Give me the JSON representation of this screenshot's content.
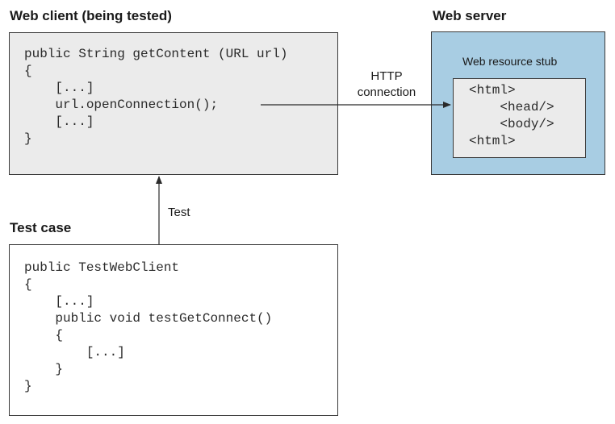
{
  "web_client": {
    "title": "Web client (being tested)",
    "code": [
      "public String getContent (URL url)",
      "{",
      "    [...]",
      "    url.openConnection();",
      "    [...]",
      "}"
    ]
  },
  "web_server": {
    "title": "Web server",
    "stub_label": "Web resource stub",
    "stub_code": [
      "<html>",
      "    <head/>",
      "    <body/>",
      "<html>"
    ]
  },
  "test_case": {
    "title": "Test case",
    "code": [
      "public TestWebClient",
      "{",
      "    [...]",
      "    public void testGetConnect()",
      "    {",
      "        [...]",
      "    }",
      "}"
    ]
  },
  "connections": {
    "http_label": "HTTP\nconnection",
    "test_label": "Test"
  },
  "colors": {
    "client_bg": "#ebebeb",
    "server_bg": "#a8cde3",
    "stub_bg": "#ebebeb",
    "line": "#2a2a2a"
  }
}
